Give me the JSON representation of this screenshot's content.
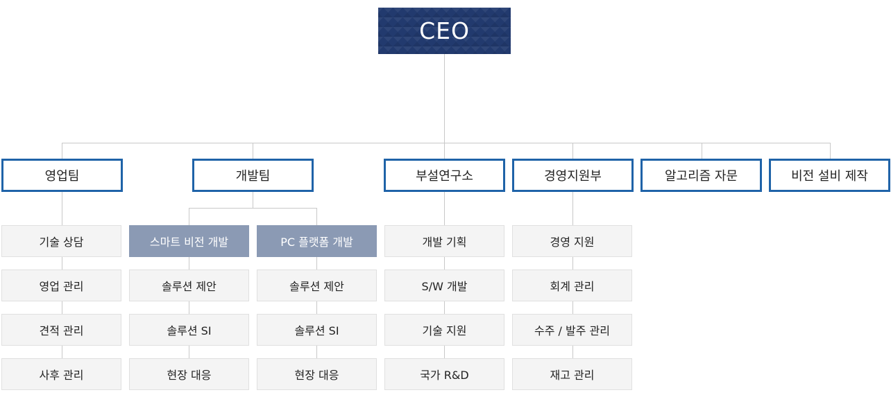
{
  "ceo": {
    "label": "CEO"
  },
  "departments": [
    {
      "label": "영업팀"
    },
    {
      "label": "개발팀"
    },
    {
      "label": "부설연구소"
    },
    {
      "label": "경영지원부"
    },
    {
      "label": "알고리즘 자문"
    },
    {
      "label": "비전 설비 제작"
    }
  ],
  "sales": {
    "items": [
      "기술 상담",
      "영업 관리",
      "견적 관리",
      "사후 관리"
    ]
  },
  "dev": {
    "smart_vision": {
      "title": "스마트 비전 개발",
      "items": [
        "솔루션 제안",
        "솔루션 SI",
        "현장 대응"
      ]
    },
    "pc_platform": {
      "title": "PC 플랫폼 개발",
      "items": [
        "솔루션 제안",
        "솔루션 SI",
        "현장 대응"
      ]
    }
  },
  "lab": {
    "items": [
      "개발 기획",
      "S/W 개발",
      "기술 지원",
      "국가 R&D"
    ]
  },
  "management": {
    "items": [
      "경영 지원",
      "회계 관리",
      "수주 / 발주 관리",
      "재고 관리"
    ]
  },
  "colors": {
    "ceo_bg": "#223a6e",
    "dept_border": "#1f63a8",
    "highlight": "#8b9ab4",
    "line": "#c8c8c8"
  }
}
